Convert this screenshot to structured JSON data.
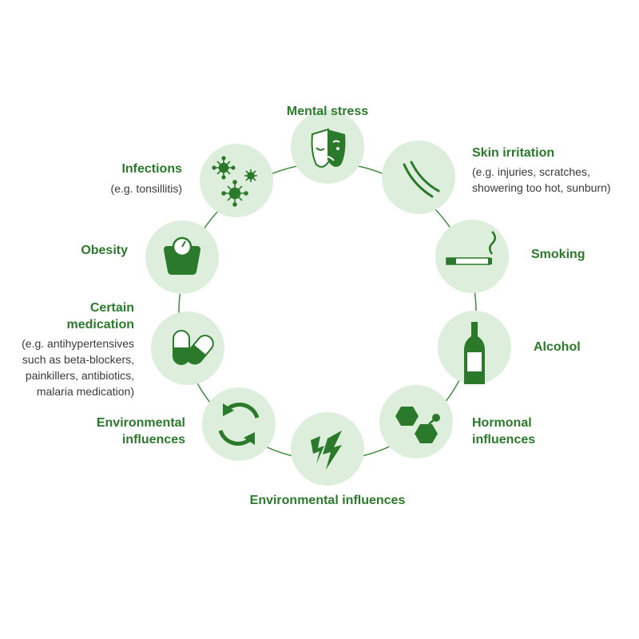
{
  "colors": {
    "accent": "#2b7a2b",
    "circle_fill": "#ddefdc",
    "ring_line": "#3e8a3e",
    "subtext": "#3a3a3a"
  },
  "factors": [
    {
      "id": "mental-stress",
      "title": "Mental stress",
      "icon": "theater-mask-icon"
    },
    {
      "id": "skin-irritation",
      "title": "Skin irritation",
      "note_lines": [
        "(e.g. injuries, scratches,",
        "showering too hot, sunburn)"
      ],
      "icon": "scratch-icon"
    },
    {
      "id": "smoking",
      "title": "Smoking",
      "icon": "cigarette-icon"
    },
    {
      "id": "alcohol",
      "title": "Alcohol",
      "icon": "bottle-icon"
    },
    {
      "id": "hormonal",
      "title_lines": [
        "Hormonal",
        "influences"
      ],
      "icon": "hormone-molecule-icon"
    },
    {
      "id": "env-bottom",
      "title": "Environmental influences",
      "icon": "lightning-icon"
    },
    {
      "id": "env-left",
      "title_lines": [
        "Environmental",
        "influences"
      ],
      "icon": "recycle-arrows-icon"
    },
    {
      "id": "medication",
      "title_lines": [
        "Certain",
        "medication"
      ],
      "note_lines": [
        "(e.g. antihypertensives",
        "such as beta-blockers,",
        "painkillers, antibiotics,",
        "malaria medication)"
      ],
      "icon": "pills-icon"
    },
    {
      "id": "obesity",
      "title": "Obesity",
      "icon": "scale-icon"
    },
    {
      "id": "infections",
      "title": "Infections",
      "note_lines": [
        "(e.g. tonsillitis)"
      ],
      "icon": "virus-icon"
    }
  ]
}
